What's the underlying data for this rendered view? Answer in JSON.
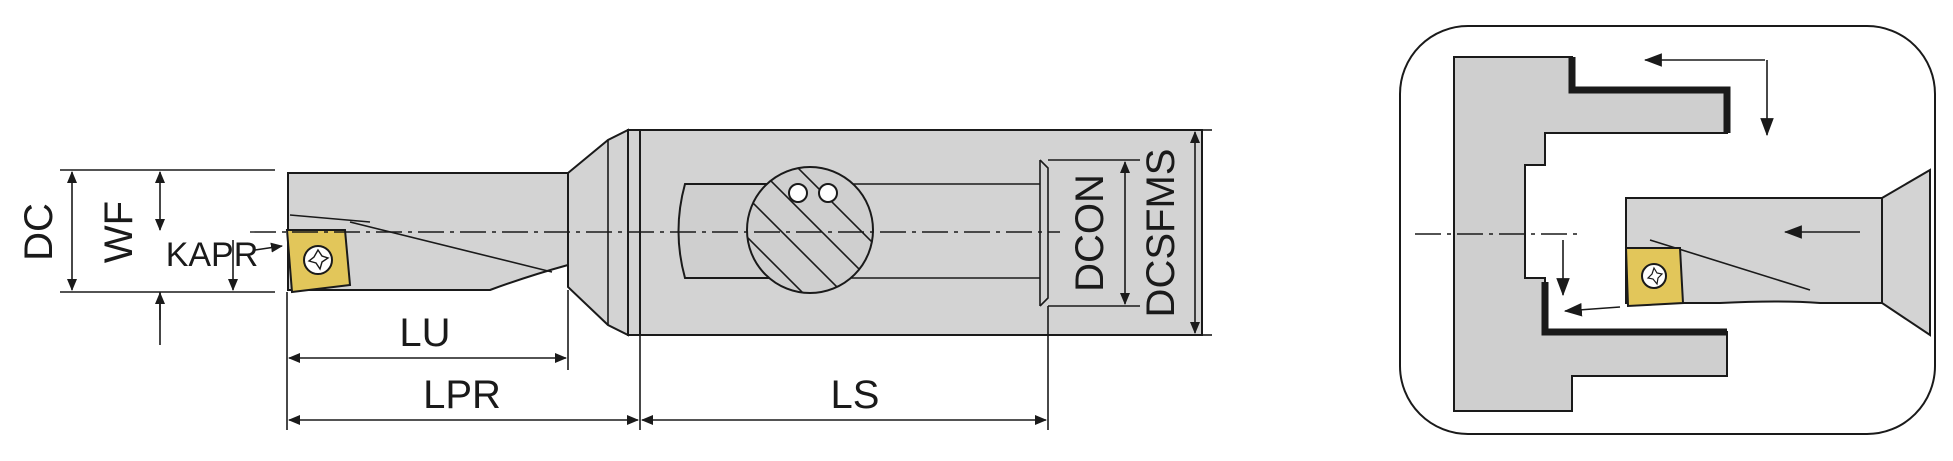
{
  "diagram": {
    "dimension_labels": {
      "dc": "DC",
      "wf": "WF",
      "kapr": "KAPR",
      "lu": "LU",
      "lpr": "LPR",
      "ls": "LS",
      "dcon": "DCON",
      "dcsfms": "DCSFMS"
    },
    "colors": {
      "body": "#d3d3d3",
      "insert": "#e2c65a",
      "line": "#1a1a1a",
      "background": "#ffffff"
    },
    "icons": [
      "torx-screw-icon",
      "arrow-icon"
    ]
  }
}
